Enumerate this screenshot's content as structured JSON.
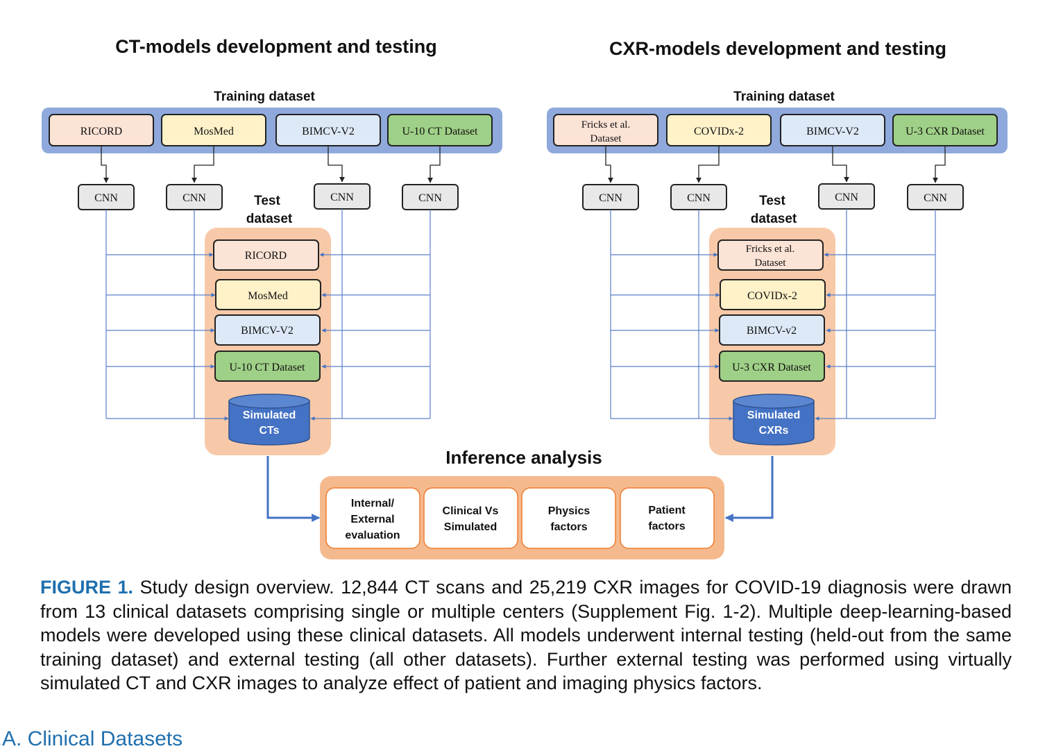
{
  "left_panel": {
    "title": "CT-models development and testing",
    "training_label": "Training dataset",
    "training_datasets": [
      "RICORD",
      "MosMed",
      "BIMCV-V2",
      "U-10 CT Dataset"
    ],
    "cnn_labels": [
      "CNN",
      "CNN",
      "CNN",
      "CNN"
    ],
    "test_label_line1": "Test",
    "test_label_line2": "dataset",
    "test_datasets": [
      [
        "RICORD"
      ],
      [
        "MosMed"
      ],
      [
        "BIMCV-V2"
      ],
      [
        "U-10 CT Dataset"
      ]
    ],
    "simulated_line1": "Simulated",
    "simulated_line2": "CTs"
  },
  "right_panel": {
    "title": "CXR-models development and testing",
    "training_label": "Training dataset",
    "training_datasets": [
      [
        "Fricks et al.",
        "Dataset"
      ],
      [
        "COVIDx-2"
      ],
      [
        "BIMCV-V2"
      ],
      [
        "U-3 CXR Dataset"
      ]
    ],
    "cnn_labels": [
      "CNN",
      "CNN",
      "CNN",
      "CNN"
    ],
    "test_label_line1": "Test",
    "test_label_line2": "dataset",
    "test_datasets": [
      [
        "Fricks et al.",
        "Dataset"
      ],
      [
        "COVIDx-2"
      ],
      [
        "BIMCV-v2"
      ],
      [
        "U-3 CXR Dataset"
      ]
    ],
    "simulated_line1": "Simulated",
    "simulated_line2": "CXRs"
  },
  "inference": {
    "title": "Inference analysis",
    "boxes": [
      [
        "Internal/",
        "External",
        "evaluation"
      ],
      [
        "Clinical Vs",
        "Simulated"
      ],
      [
        "Physics",
        "factors"
      ],
      [
        "Patient",
        "factors"
      ]
    ]
  },
  "colors": {
    "training_bar": "#8fa9dc",
    "test_panel": "#f8c9a8",
    "inference_panel": "#f5b98e",
    "ricord": "#fbe3d6",
    "mosmed": "#fff2c9",
    "bimcv": "#dde9f7",
    "u_dataset": "#9fd087",
    "cnn": "#e8e8e8",
    "cylinder": "#4472c4",
    "connector_blue": "#4472c4",
    "connector_thin": "#5a7fc8"
  },
  "caption": {
    "label": "FIGURE 1.",
    "text": " Study design overview. 12,844 CT scans and 25,219 CXR images for COVID-19 diagnosis were drawn from 13 clinical datasets comprising single or multiple centers (Supplement Fig. 1-2). Multiple deep-learning-based models were developed using these clinical datasets. All models underwent internal testing (held-out from the same training dataset) and external testing (all other datasets). Further external testing was performed using virtually simulated CT and CXR images to analyze effect of patient and imaging physics factors."
  },
  "next_heading": "II.A. Clinical Datasets"
}
